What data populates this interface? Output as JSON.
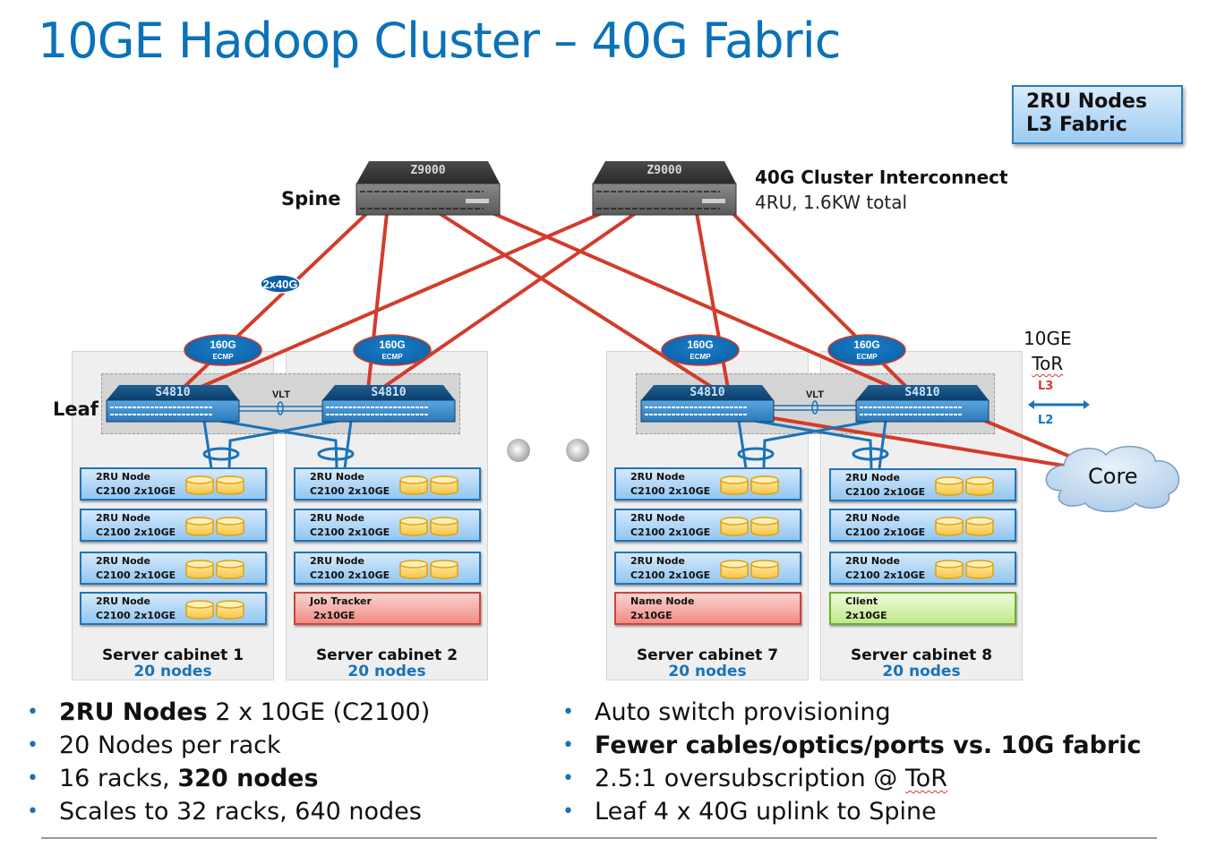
{
  "title": "10GE Hadoop Cluster – 40G Fabric",
  "badge": {
    "line1": "2RU Nodes",
    "line2": "L3 Fabric"
  },
  "spine": {
    "label": "Spine",
    "switches": [
      {
        "model": "Z9000"
      },
      {
        "model": "Z9000"
      }
    ],
    "interconnect_title": "40G Cluster Interconnect",
    "interconnect_sub": "4RU, 1.6KW total"
  },
  "link_badge": "2x40G",
  "leaf": {
    "label": "Leaf",
    "vlt_label": "VLT",
    "switch_model": "S4810",
    "ecmp": {
      "speed": "160G",
      "type": "ECMP"
    }
  },
  "legend": {
    "tor_line1": "10GE",
    "tor_line2": "ToR",
    "l3": "L3",
    "l2": "L2",
    "core": "Core"
  },
  "colors": {
    "title": "#0b72b8",
    "l3_link": "#d33b2a",
    "l2_link": "#1a73b9",
    "node_blue": "#1f74bb",
    "node_red": "#d0413a",
    "node_green": "#69b02a",
    "disk": "#f5c542"
  },
  "cabinets": [
    {
      "name": "Server cabinet 1",
      "count": "20 nodes",
      "nodes": [
        {
          "line1": "2RU Node",
          "line2": "C2100 2x10GE",
          "type": "data"
        },
        {
          "line1": "2RU Node",
          "line2": "C2100 2x10GE",
          "type": "data"
        },
        {
          "line1": "2RU Node",
          "line2": "C2100 2x10GE",
          "type": "data"
        },
        {
          "line1": "2RU Node",
          "line2": "C2100 2x10GE",
          "type": "data"
        }
      ]
    },
    {
      "name": "Server cabinet 2",
      "count": "20 nodes",
      "nodes": [
        {
          "line1": "2RU Node",
          "line2": "C2100 2x10GE",
          "type": "data"
        },
        {
          "line1": "2RU Node",
          "line2": "C2100 2x10GE",
          "type": "data"
        },
        {
          "line1": "2RU Node",
          "line2": "C2100 2x10GE",
          "type": "data"
        },
        {
          "line1": "Job Tracker",
          "line2": " 2x10GE",
          "type": "red"
        }
      ]
    },
    {
      "name": "Server cabinet 7",
      "count": "20 nodes",
      "nodes": [
        {
          "line1": "2RU Node",
          "line2": "C2100 2x10GE",
          "type": "data"
        },
        {
          "line1": "2RU Node",
          "line2": "C2100 2x10GE",
          "type": "data"
        },
        {
          "line1": "2RU Node",
          "line2": "C2100 2x10GE",
          "type": "data"
        },
        {
          "line1": "Name Node",
          "line2": "2x10GE",
          "type": "red"
        }
      ]
    },
    {
      "name": "Server cabinet 8",
      "count": "20 nodes",
      "nodes": [
        {
          "line1": "2RU Node",
          "line2": "C2100 2x10GE",
          "type": "data"
        },
        {
          "line1": "2RU Node",
          "line2": "C2100 2x10GE",
          "type": "data"
        },
        {
          "line1": "2RU Node",
          "line2": "C2100 2x10GE",
          "type": "data"
        },
        {
          "line1": "Client",
          "line2": "2x10GE",
          "type": "green"
        }
      ]
    }
  ],
  "bullets_left": [
    {
      "bold": "2RU Nodes",
      "text": " 2 x 10GE (C2100)",
      "bold_after": ""
    },
    {
      "bold": "",
      "text": "20 Nodes per rack",
      "bold_after": ""
    },
    {
      "bold": "",
      "text": "16 racks, ",
      "bold_after": "320 nodes"
    },
    {
      "bold": "",
      "text": "Scales to 32 racks, 640 nodes",
      "bold_after": ""
    }
  ],
  "bullets_right": [
    {
      "text": "Auto switch provisioning",
      "bold": false
    },
    {
      "text": "Fewer cables/optics/ports vs. 10G fabric",
      "bold": true
    },
    {
      "text": "2.5:1 oversubscription @ ",
      "suffix": "ToR",
      "bold": false
    },
    {
      "text": "Leaf 4 x 40G uplink to Spine",
      "bold": false
    }
  ],
  "bullet_glyph": "•"
}
